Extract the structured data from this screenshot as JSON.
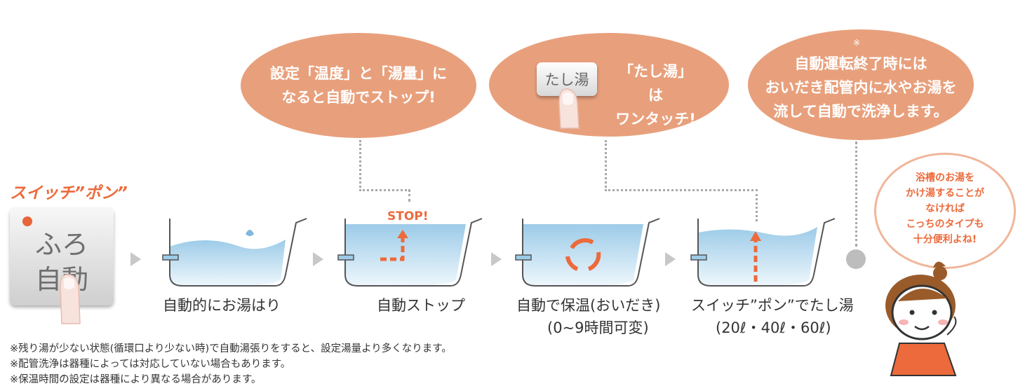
{
  "colors": {
    "bubble": "#e8a07c",
    "accent": "#ec6a3b",
    "water": "#bfe0f2",
    "dots": "#a8a8a8",
    "arrow": "#c8c8c8"
  },
  "bubbles": [
    {
      "text": "設定「温度」と「湯量」に\nなると自動でストップ!"
    },
    {
      "button_label": "たし湯",
      "text": "「たし湯」は\nワンタッチ!"
    },
    {
      "mark": "※",
      "text": "自動運転終了時には\nおいだき配管内に水やお湯を\n流して自動で洗浄します。"
    }
  ],
  "switch": {
    "title": "スイッチ”ポン”",
    "button_line1": "ふろ",
    "button_line2": "自動"
  },
  "steps": [
    {
      "label": "自動的にお湯はり"
    },
    {
      "label": "自動ストップ",
      "badge": "STOP!"
    },
    {
      "label": "自動で保温(おいだき)",
      "sub": "(0~9時間可変)"
    },
    {
      "label": "スイッチ”ポン”でたし湯",
      "sub": "(20ℓ・40ℓ・60ℓ)"
    }
  ],
  "speech": {
    "text": "浴槽のお湯を\nかけ湯することが\nなければ\nこっちのタイプも\n十分便利よね!"
  },
  "notes": [
    "※残り湯が少ない状態(循環口より少ない時)で自動湯張りをすると、設定湯量より多くなります。",
    "※配管洗浄は器種によっては対応していない場合もあります。",
    "※保温時間の設定は器種により異なる場合があります。"
  ],
  "icons": [
    "finger-icon",
    "water-splash-icon",
    "up-arrow-icon",
    "circular-arrows-icon",
    "woman-character-icon"
  ]
}
